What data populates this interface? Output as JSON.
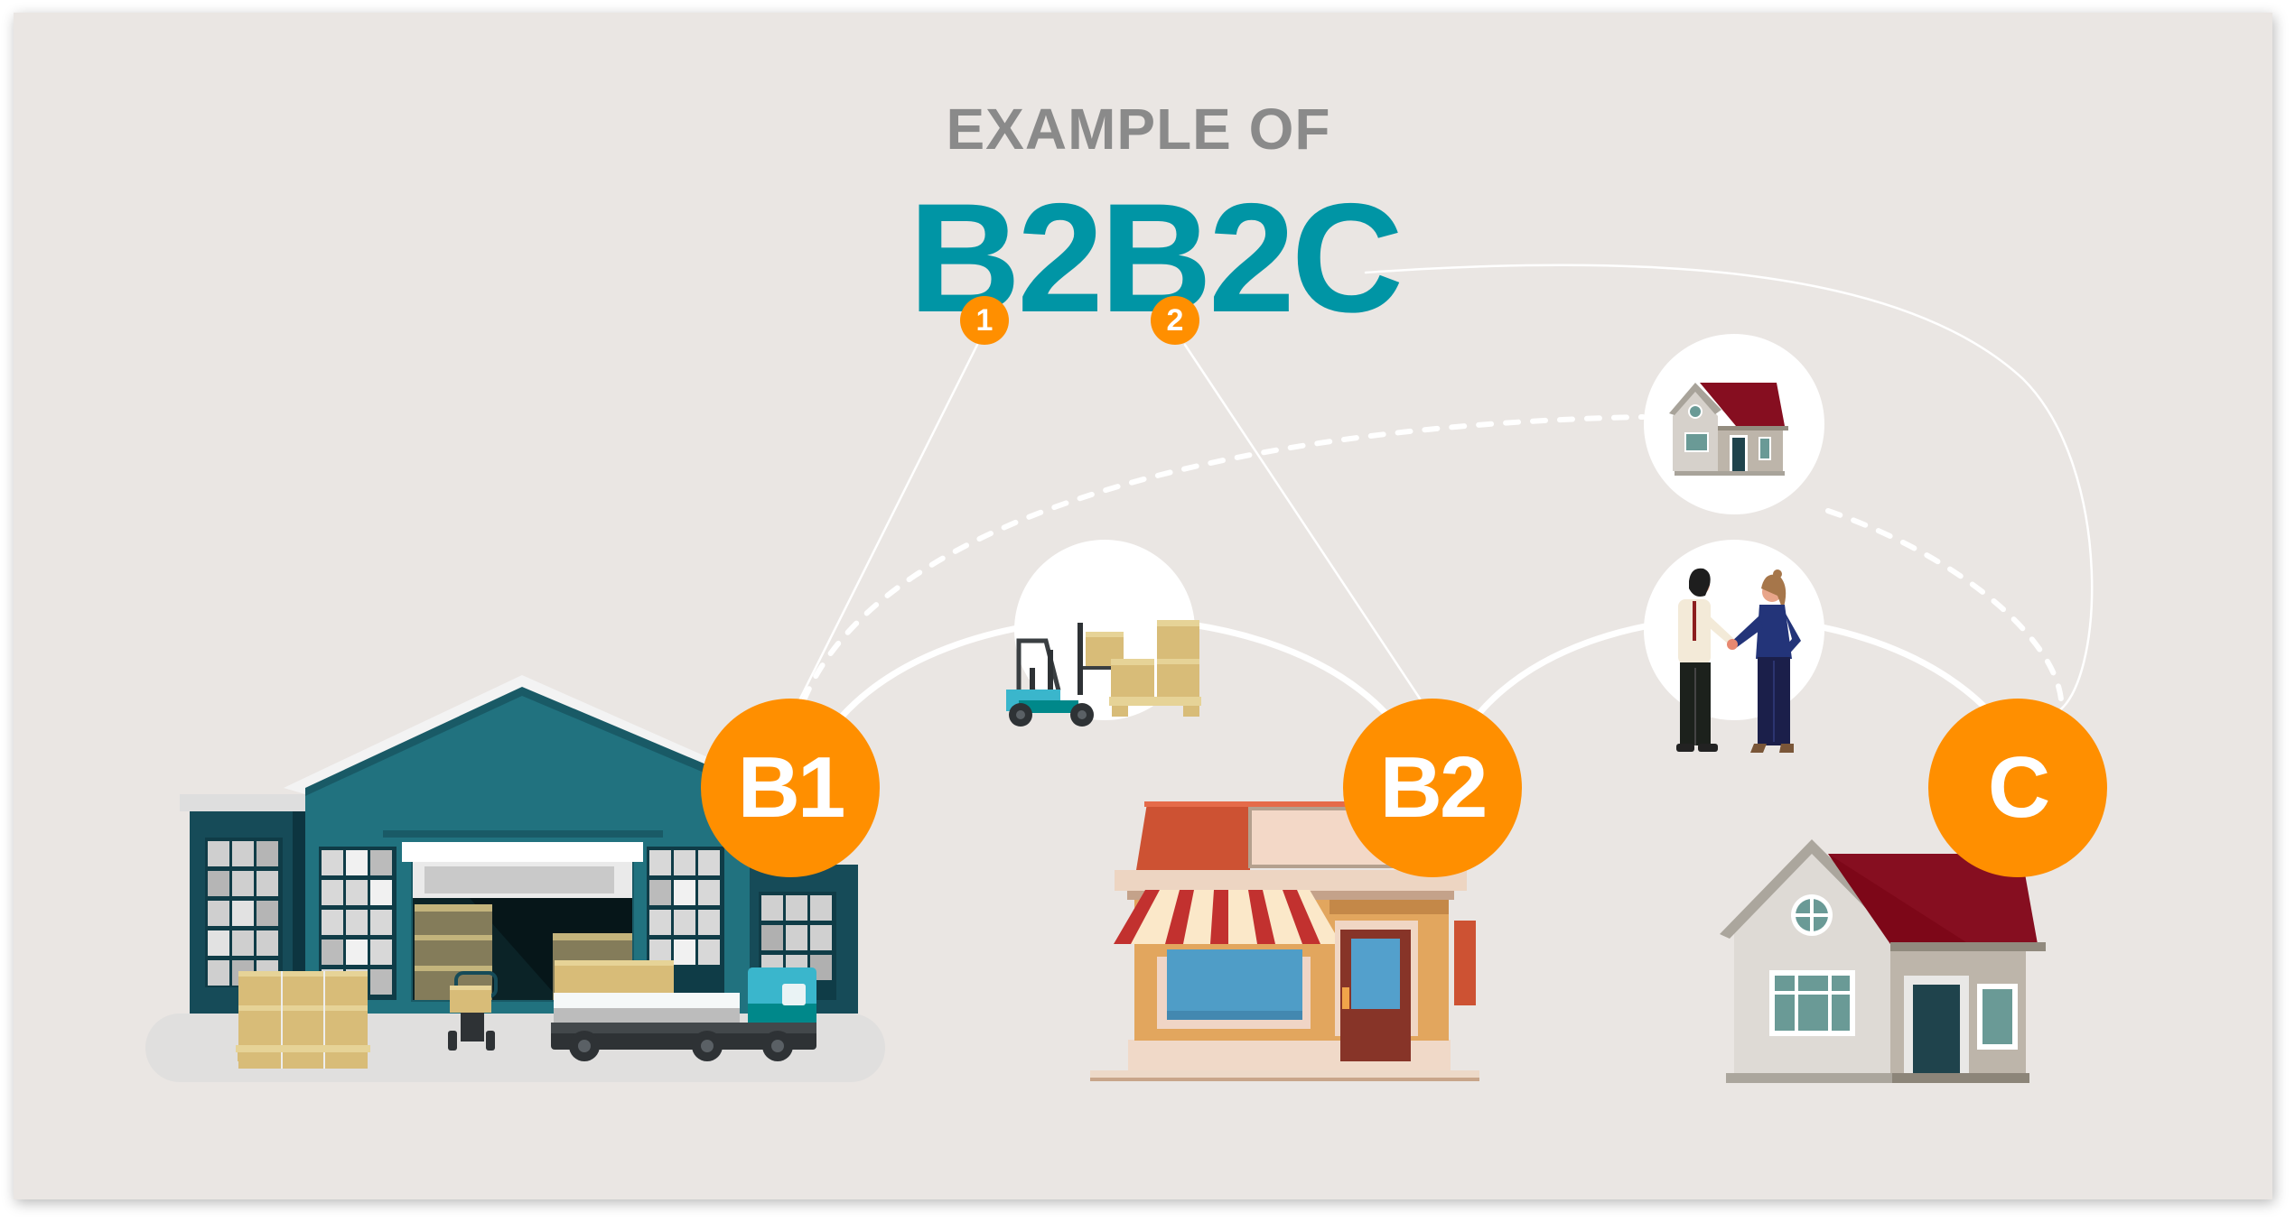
{
  "header": {
    "subtitle": "EXAMPLE OF",
    "title": "B2B2C",
    "title_markers": [
      {
        "label": "1",
        "refers_to": "B1"
      },
      {
        "label": "2",
        "refers_to": "B2"
      }
    ]
  },
  "nodes": [
    {
      "id": "B1",
      "label": "B1",
      "illustration": "warehouse-icon"
    },
    {
      "id": "B2",
      "label": "B2",
      "illustration": "storefront-icon"
    },
    {
      "id": "C",
      "label": "C",
      "illustration": "house-icon"
    }
  ],
  "connectors": [
    {
      "from": "B1",
      "to": "B2",
      "style": "solid",
      "via_icon": "forklift-pallet-icon"
    },
    {
      "from": "B2",
      "to": "C",
      "style": "solid",
      "via_icon": "handshake-icon"
    },
    {
      "from": "B1",
      "to": "C",
      "style": "dashed",
      "via_icon": "home-delivery-icon"
    },
    {
      "from": "title-marker-1",
      "to": "B1",
      "style": "thin"
    },
    {
      "from": "title-marker-2",
      "to": "B2",
      "style": "thin"
    },
    {
      "from": "title-C",
      "to": "C",
      "style": "thin"
    }
  ],
  "colors": {
    "background": "#EAE6E3",
    "accent_orange": "#FF8F00",
    "title_teal": "#0095A5",
    "subtitle_gray": "#8A8A8A",
    "connector_white": "#FFFFFF",
    "warehouse_teal": "#21727F",
    "roof_red": "#860E20"
  }
}
